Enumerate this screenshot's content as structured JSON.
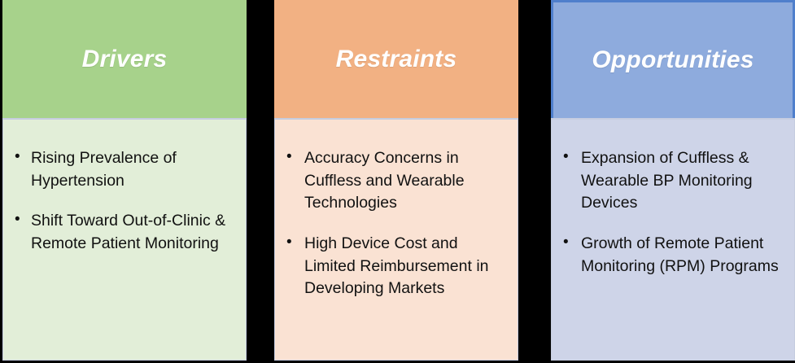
{
  "diagram": {
    "type": "three-column-market-factors",
    "background_color": "#000000",
    "columns": [
      {
        "id": "drivers",
        "title": "Drivers",
        "header_color": "#a7d28b",
        "body_color": "#e2eed8",
        "border_color": "#c6cde0",
        "items": [
          "Rising Prevalence of Hypertension",
          "Shift Toward Out-of-Clinic & Remote Patient Monitoring"
        ]
      },
      {
        "id": "restraints",
        "title": "Restraints",
        "header_color": "#f2b183",
        "body_color": "#fae2d3",
        "border_color": "#c6cde0",
        "items": [
          "Accuracy Concerns in Cuffless and Wearable Technologies",
          "High Device Cost and Limited Reimbursement in Developing Markets"
        ]
      },
      {
        "id": "opportunities",
        "title": "Opportunities",
        "header_color": "#8eabdd",
        "body_color": "#ced4e8",
        "border_color": "#4f7fcc",
        "items": [
          "Expansion of Cuffless & Wearable BP Monitoring Devices",
          "Growth of Remote Patient Monitoring (RPM) Programs"
        ]
      }
    ]
  }
}
